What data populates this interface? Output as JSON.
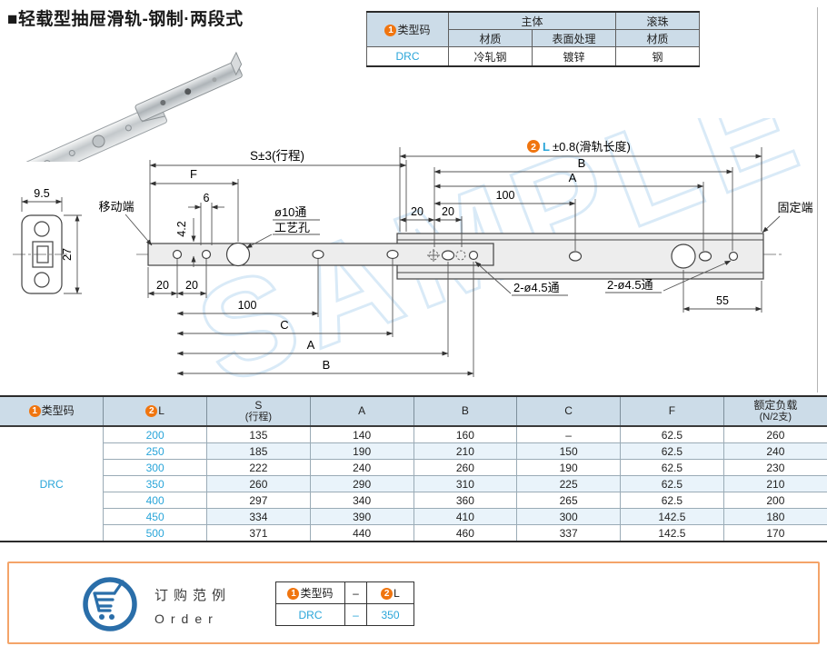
{
  "page": {
    "title": "■轻载型抽屉滑轨-钢制·两段式"
  },
  "spec_table": {
    "type_code": {
      "badge": "1",
      "label": "类型码"
    },
    "group_body": "主体",
    "group_ball": "滚珠",
    "col_material": "材质",
    "col_surface": "表面处理",
    "col_ball_material": "材质",
    "row": {
      "code": "DRC",
      "material": "冷轧钢",
      "surface": "镀锌",
      "ball_material": "钢"
    }
  },
  "drawing": {
    "watermark": "SAMPLE",
    "section": {
      "width": "9.5",
      "height": "27"
    },
    "labels": {
      "moving_end": "移动端",
      "fixed_end": "固定端",
      "process_hole_1": "ø10通",
      "process_hole_2": "工艺孔",
      "through_hole_left": "2-ø4.5通",
      "through_hole_right": "2-ø4.5通"
    },
    "dims": {
      "stroke": "S±3(行程)",
      "f": "F",
      "six": "6",
      "four_two": "4.2",
      "rail_length": {
        "badge": "2",
        "code": "L",
        "rest": "±0.8(滑轨长度)"
      },
      "b_top": "B",
      "a_top": "A",
      "hundred_top": "100",
      "twenty_top_1": "20",
      "twenty_top_2": "20",
      "twenty_1": "20",
      "twenty_2": "20",
      "hundred": "100",
      "c": "C",
      "a": "A",
      "b": "B",
      "fifty_five": "55"
    }
  },
  "main_table": {
    "headers": [
      {
        "badge": "1",
        "label": "类型码"
      },
      {
        "badge": "2",
        "label": "L"
      },
      {
        "label": "S",
        "sub": "(行程)"
      },
      {
        "label": "A"
      },
      {
        "label": "B"
      },
      {
        "label": "C"
      },
      {
        "label": "F"
      },
      {
        "label": "额定负载",
        "sub": "(N/2支)"
      }
    ],
    "type_code": "DRC",
    "rows": [
      {
        "l": "200",
        "s": "135",
        "a": "140",
        "b": "160",
        "c": "–",
        "f": "62.5",
        "load": "260"
      },
      {
        "l": "250",
        "s": "185",
        "a": "190",
        "b": "210",
        "c": "150",
        "f": "62.5",
        "load": "240"
      },
      {
        "l": "300",
        "s": "222",
        "a": "240",
        "b": "260",
        "c": "190",
        "f": "62.5",
        "load": "230"
      },
      {
        "l": "350",
        "s": "260",
        "a": "290",
        "b": "310",
        "c": "225",
        "f": "62.5",
        "load": "210"
      },
      {
        "l": "400",
        "s": "297",
        "a": "340",
        "b": "360",
        "c": "265",
        "f": "62.5",
        "load": "200"
      },
      {
        "l": "450",
        "s": "334",
        "a": "390",
        "b": "410",
        "c": "300",
        "f": "142.5",
        "load": "180"
      },
      {
        "l": "500",
        "s": "371",
        "a": "440",
        "b": "460",
        "c": "337",
        "f": "142.5",
        "load": "170"
      }
    ]
  },
  "order": {
    "title_cn": "订购范例",
    "title_en": "Order",
    "header": {
      "type": {
        "badge": "1",
        "label": "类型码"
      },
      "dash": "–",
      "l_badge": "2",
      "l_label": "L"
    },
    "example": {
      "code": "DRC",
      "dash": "–",
      "l": "350"
    }
  },
  "colors": {
    "accent_orange": "#f0750f",
    "link_blue": "#29a5d9",
    "header_bg": "#ccdce8",
    "stripe_bg": "#e9f3fa",
    "order_border": "#f4a469",
    "cart_blue": "#2a6ea9"
  }
}
